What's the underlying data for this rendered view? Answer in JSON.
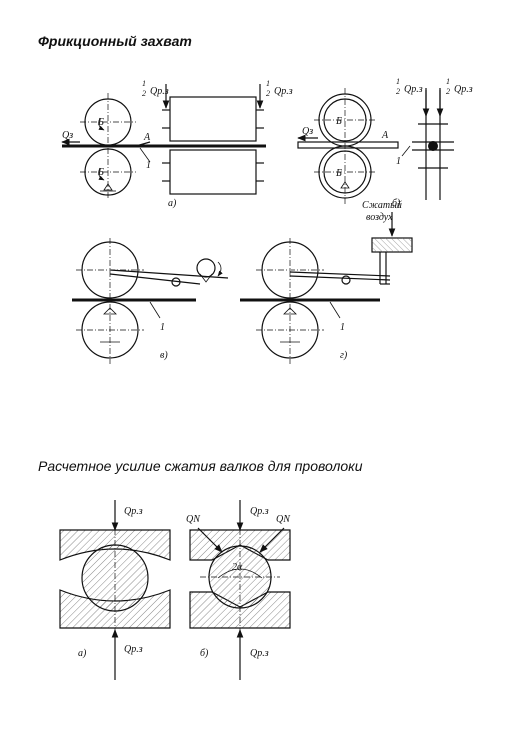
{
  "headings": {
    "friction": "Фрикционный захват",
    "wire_force": "Расчетное усилие сжатия валков для проволоки"
  },
  "labels": {
    "half": "1",
    "half_den": "2",
    "q_rz": "Qр.з",
    "q_pj": "Qр.з",
    "q_z": "Qз",
    "q_n": "QN",
    "b": "Б",
    "a_cap": "А",
    "one": "1",
    "two_alpha": "2α",
    "fig_a": "а)",
    "fig_b": "б)",
    "fig_v": "в)",
    "fig_g": "г)",
    "air1": "Сжатый",
    "air2": "воздух"
  }
}
